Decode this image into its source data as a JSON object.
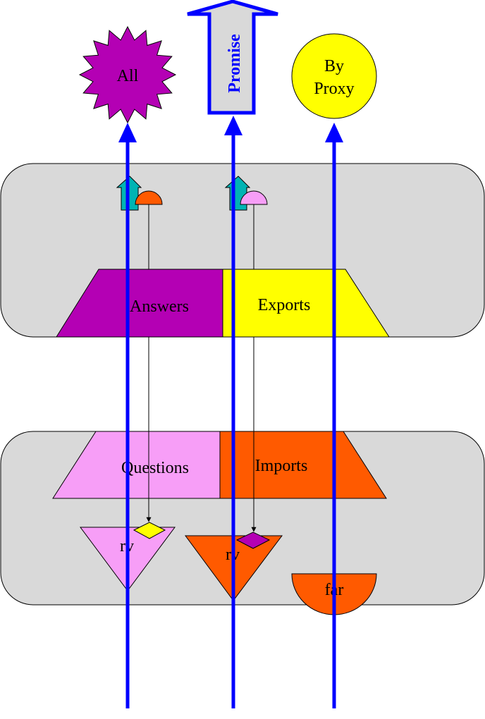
{
  "labels": {
    "all": "All",
    "promise": "Promise",
    "by_proxy_line1": "By",
    "by_proxy_line2": "Proxy",
    "answers": "Answers",
    "exports": "Exports",
    "questions": "Questions",
    "imports": "Imports",
    "rv_left": "rv",
    "rv_middle": "rv",
    "far": "far"
  },
  "colors": {
    "panel": "#d9d9d9",
    "arrow_blue": "#0000ff",
    "purple": "#b400b4",
    "yellow": "#ffff00",
    "pink": "#f79ef7",
    "orange": "#ff5a00",
    "teal": "#00b4b4"
  }
}
